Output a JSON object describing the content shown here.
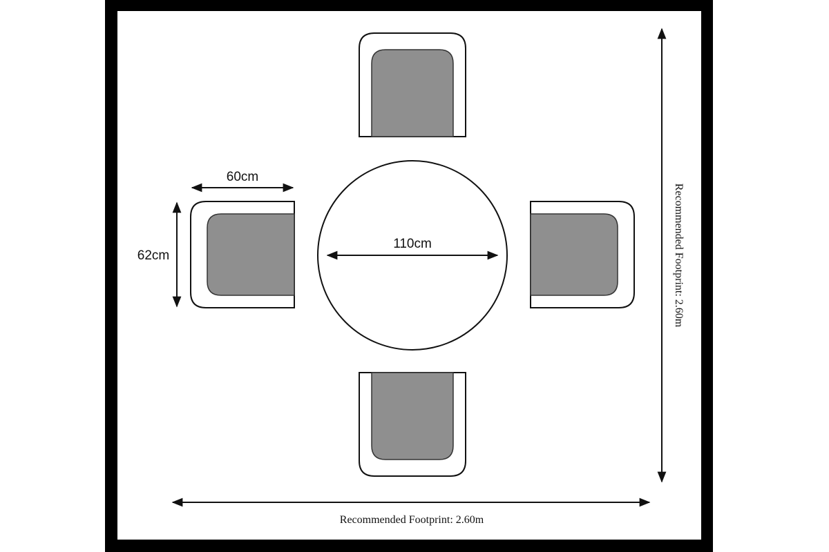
{
  "dimensions": {
    "chair_width": "60cm",
    "chair_depth": "62cm",
    "table_diameter": "110cm",
    "footprint_horizontal": "Recommended Footprint: 2.60m",
    "footprint_vertical": "Recommended Footprint: 2.60m"
  },
  "colors": {
    "frame": "#000000",
    "background": "#ffffff",
    "cushion": "#8f8f8f",
    "outline": "#111111"
  }
}
